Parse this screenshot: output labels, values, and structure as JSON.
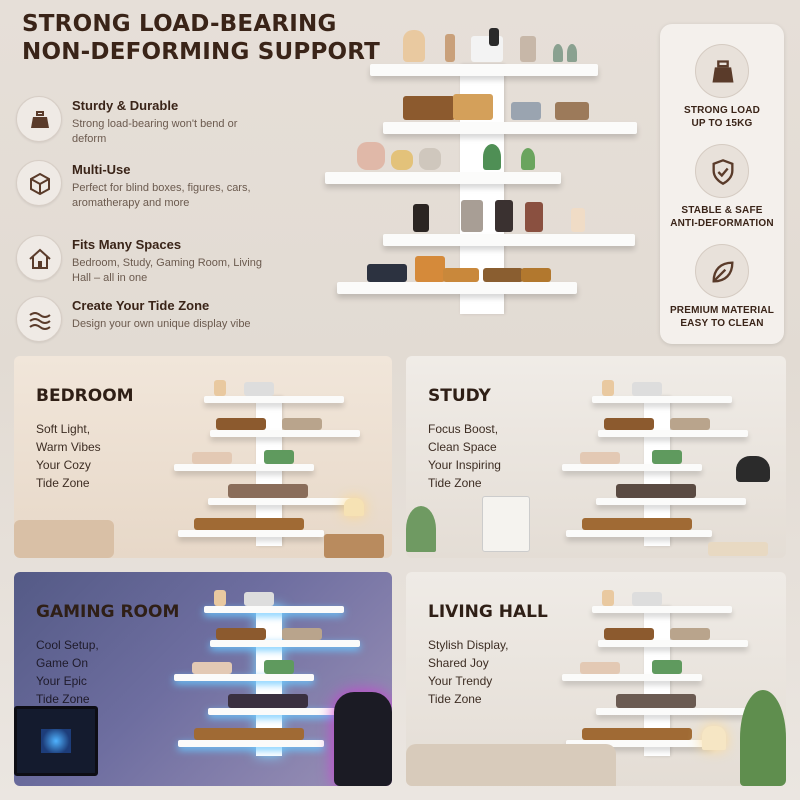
{
  "headline": {
    "line1": "STRONG LOAD-BEARING",
    "line2": "NON-DEFORMING SUPPORT"
  },
  "features": [
    {
      "icon": "weight-icon",
      "title": "Sturdy & Durable",
      "desc": "Strong load-bearing won't bend or deform"
    },
    {
      "icon": "box-icon",
      "title": "Multi-Use",
      "desc": "Perfect for blind boxes, figures, cars, aromatherapy and more"
    },
    {
      "icon": "house-icon",
      "title": "Fits Many Spaces",
      "desc": "Bedroom, Study, Gaming Room, Living Hall – all in one"
    },
    {
      "icon": "waves-icon",
      "title": "Create Your Tide Zone",
      "desc": "Design your own unique display vibe"
    }
  ],
  "specs": [
    {
      "icon": "kettlebell-icon",
      "line1": "STRONG LOAD",
      "line2": "UP TO 15KG"
    },
    {
      "icon": "shield-check-icon",
      "line1": "STABLE & SAFE",
      "line2": "ANTI-DEFORMATION"
    },
    {
      "icon": "leaf-icon",
      "line1": "PREMIUM MATERIAL",
      "line2": "EASY TO CLEAN"
    }
  ],
  "scenes": [
    {
      "title": "BEDROOM",
      "lines": [
        "Soft Light,",
        "Warm Vibes",
        "Your Cozy",
        "Tide Zone"
      ]
    },
    {
      "title": "STUDY",
      "lines": [
        "Focus Boost,",
        "Clean Space",
        "Your Inspiring",
        "Tide Zone"
      ]
    },
    {
      "title": "GAMING ROOM",
      "lines": [
        "Cool Setup,",
        "Game On",
        "Your Epic",
        "Tide Zone"
      ]
    },
    {
      "title": "LIVING HALL",
      "lines": [
        "Stylish Display,",
        "Shared Joy",
        "Your Trendy",
        "Tide Zone"
      ]
    }
  ],
  "colors": {
    "brand_dark": "#3a2418",
    "icon_brown": "#5a3b2a",
    "card_bedroom": "#efe3d6",
    "card_study": "#eee9e3",
    "card_gaming": "#5b5f86",
    "card_living": "#ece7e1"
  }
}
